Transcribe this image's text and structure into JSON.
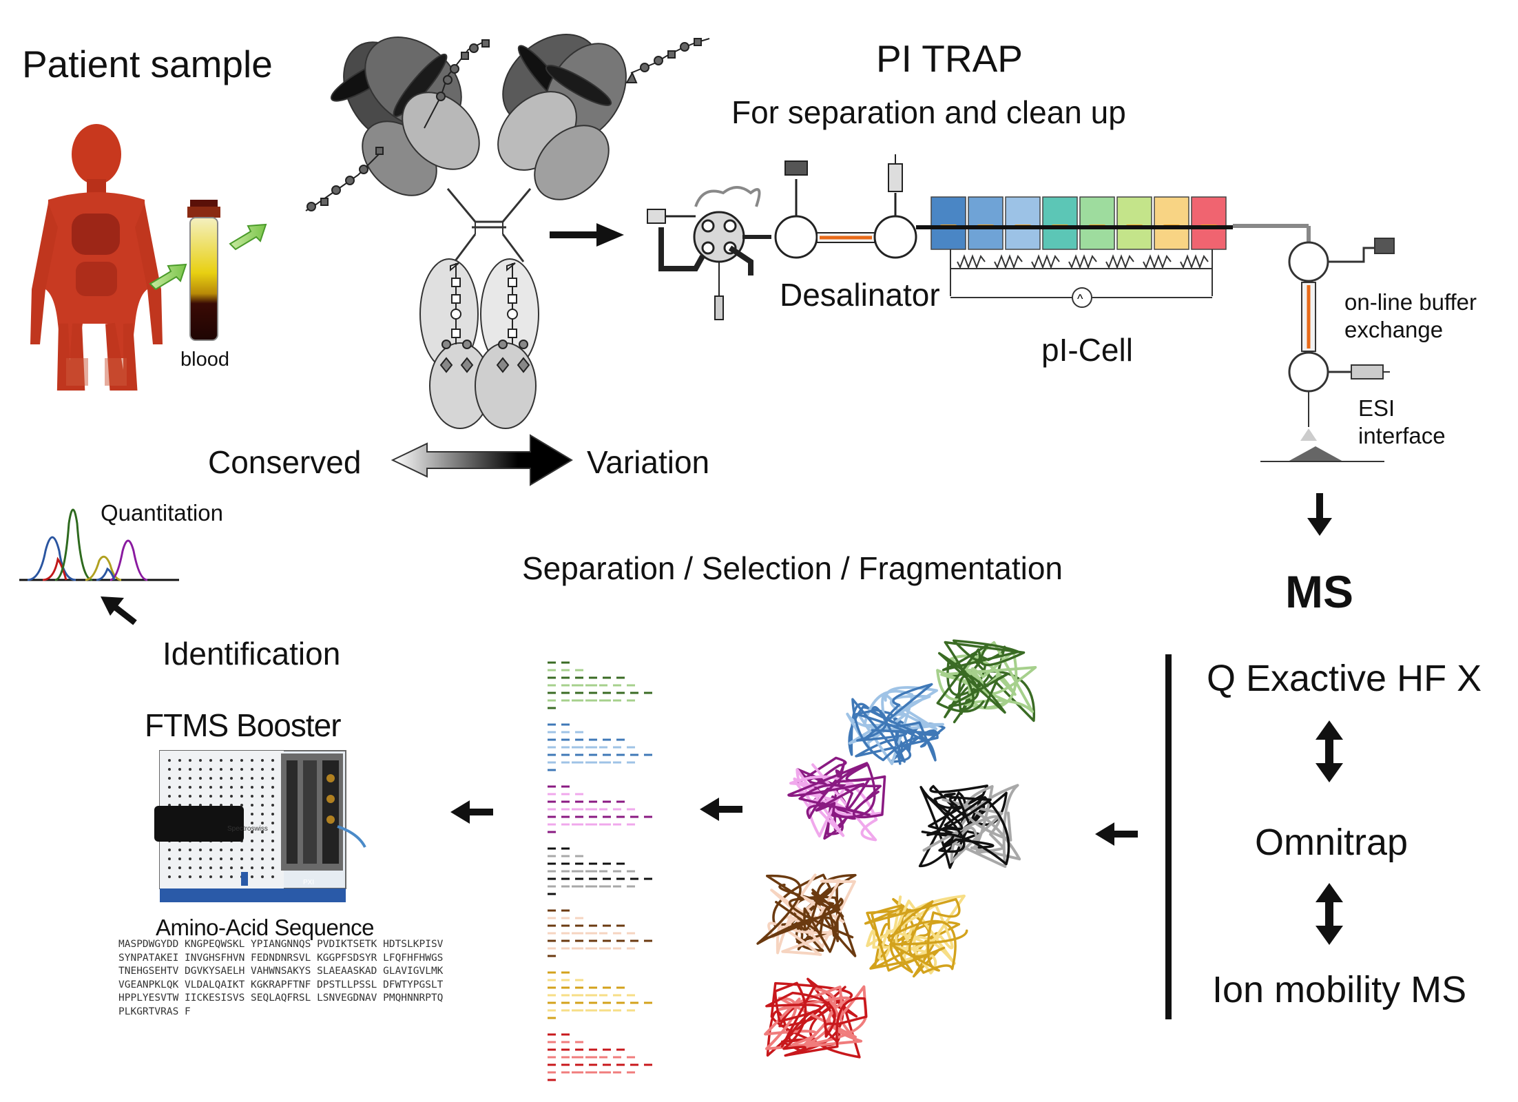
{
  "labels": {
    "patient_sample": "Patient sample",
    "blood": "blood",
    "pi_trap_title": "PI TRAP",
    "pi_trap_subtitle": "For separation and clean up",
    "desalinator": "Desalinator",
    "pi_cell": "pI-Cell",
    "online_buffer_1": "on-line buffer",
    "online_buffer_2": "exchange",
    "esi_1": "ESI",
    "esi_2": "interface",
    "conserved": "Conserved",
    "variation": "Variation",
    "quantitation": "Quantitation",
    "identification": "Identification",
    "separation": "Separation / Selection / Fragmentation",
    "ms": "MS",
    "q_exactive": "Q Exactive HF X",
    "omnitrap": "Omnitrap",
    "ion_mobility": "Ion mobility MS",
    "ftms_booster": "FTMS Booster",
    "amino_acid_sequence": "Amino-Acid Sequence",
    "device_brand": "Spectroswiss",
    "device_model": "PXI"
  },
  "sequence_lines": [
    "MASPDWGYDD KNGPEQWSKL YPIANGNNQS PVDIKTSETK HDTSLKPISV",
    "SYNPATAKEI INVGHSFHVN FEDNDNRSVL KGGPFSDSYR LFQFHFHWGS",
    "TNEHGSEHTV DGVKYSAELH VAHWNSAKYS SLAEAASKAD GLAVIGVLMK",
    "VGEANPKLQK VLDALQAIKT KGKRAPFTNF DPSTLLPSSL DFWTYPGSLT",
    "HPPLYESVTW IICKESISVS SEQLAQFRSL LSNVEGDNAV PMQHNNRPTQ",
    "PLKGRTVRAS F"
  ],
  "colors": {
    "blue_dark": "#3f78b7",
    "blue_light": "#9fc3e6",
    "green_dark": "#3a6b24",
    "green_light": "#a6d08c",
    "purple": "#8a1a82",
    "pink": "#f0a8ec",
    "black": "#111111",
    "gray": "#a8a8a8",
    "brown": "#6b3a10",
    "peach": "#f6d4c0",
    "gold": "#d3a21c",
    "yellow_light": "#f7de86",
    "red": "#c8181c",
    "salmon": "#f07c7c",
    "pi_cell_colors": [
      "#4a86c5",
      "#6fa3d6",
      "#9cc2e6",
      "#5cc6b6",
      "#9edc9e",
      "#c4e48a",
      "#f8d484",
      "#f06470"
    ]
  },
  "icons": [
    "human-body-image",
    "blood-tube-image",
    "antibody-icon",
    "syringe-icon",
    "valve-icon",
    "ftms-device-image"
  ]
}
